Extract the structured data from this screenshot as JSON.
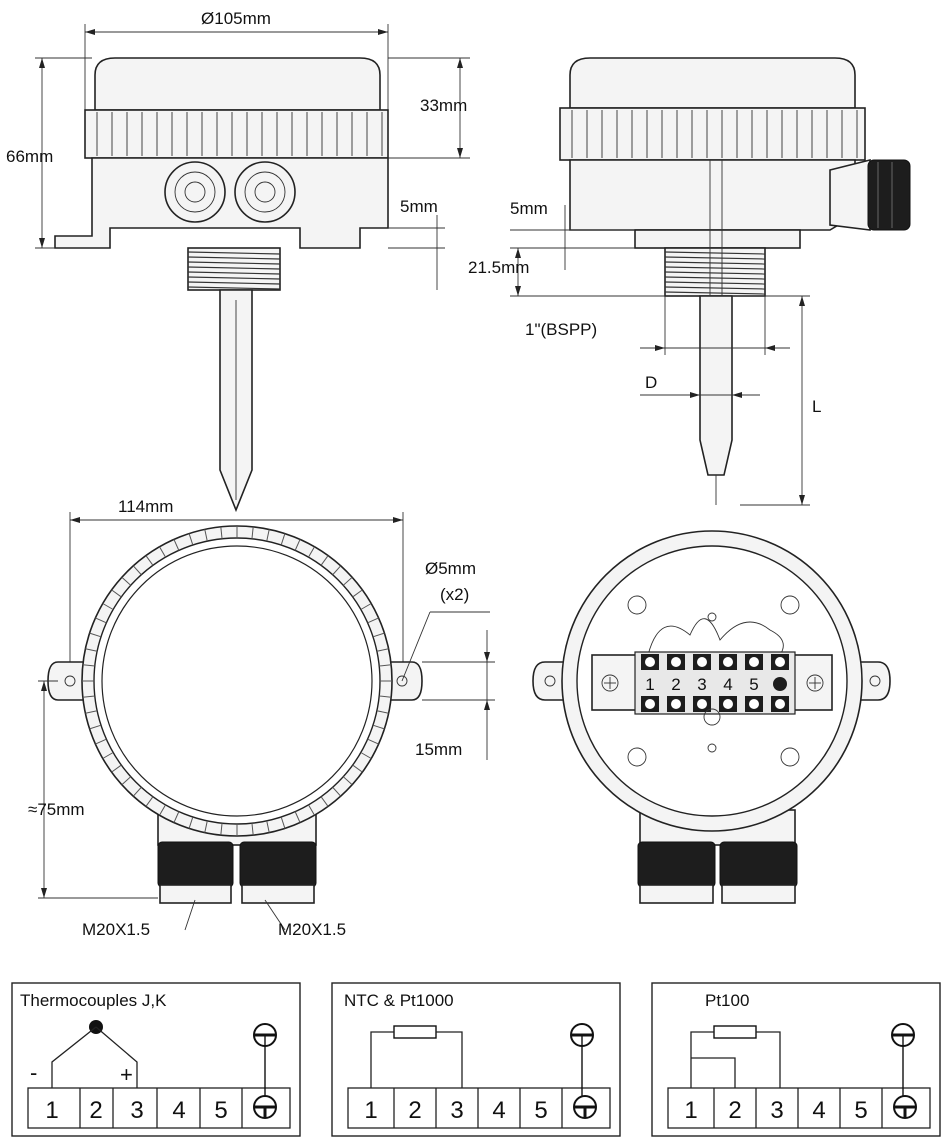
{
  "dimensions": {
    "front_diameter": "Ø105mm",
    "front_height_top": "33mm",
    "front_total_height": "66mm",
    "front_gap": "5mm",
    "side_gap": "5mm",
    "side_thread_height": "21.5mm",
    "thread_size": "1\"(BSPP)",
    "probe_diameter": "D",
    "probe_length": "L",
    "top_width": "114mm",
    "mount_hole": "Ø5mm",
    "mount_hole_count": "(x2)",
    "ear_width": "15mm",
    "center_to_gland": "≈75mm",
    "gland_left": "M20X1.5",
    "gland_right": "M20X1.5"
  },
  "terminal_block": {
    "numbers": [
      "1",
      "2",
      "3",
      "4",
      "5"
    ]
  },
  "wiring": [
    {
      "title": "Thermocouples J,K",
      "minus": "-",
      "plus": "+",
      "terminals": [
        "1",
        "2",
        "3",
        "4",
        "5"
      ]
    },
    {
      "title": "NTC & Pt1000",
      "terminals": [
        "1",
        "2",
        "3",
        "4",
        "5"
      ]
    },
    {
      "title": "Pt100",
      "terminals": [
        "1",
        "2",
        "3",
        "4",
        "5"
      ]
    }
  ]
}
